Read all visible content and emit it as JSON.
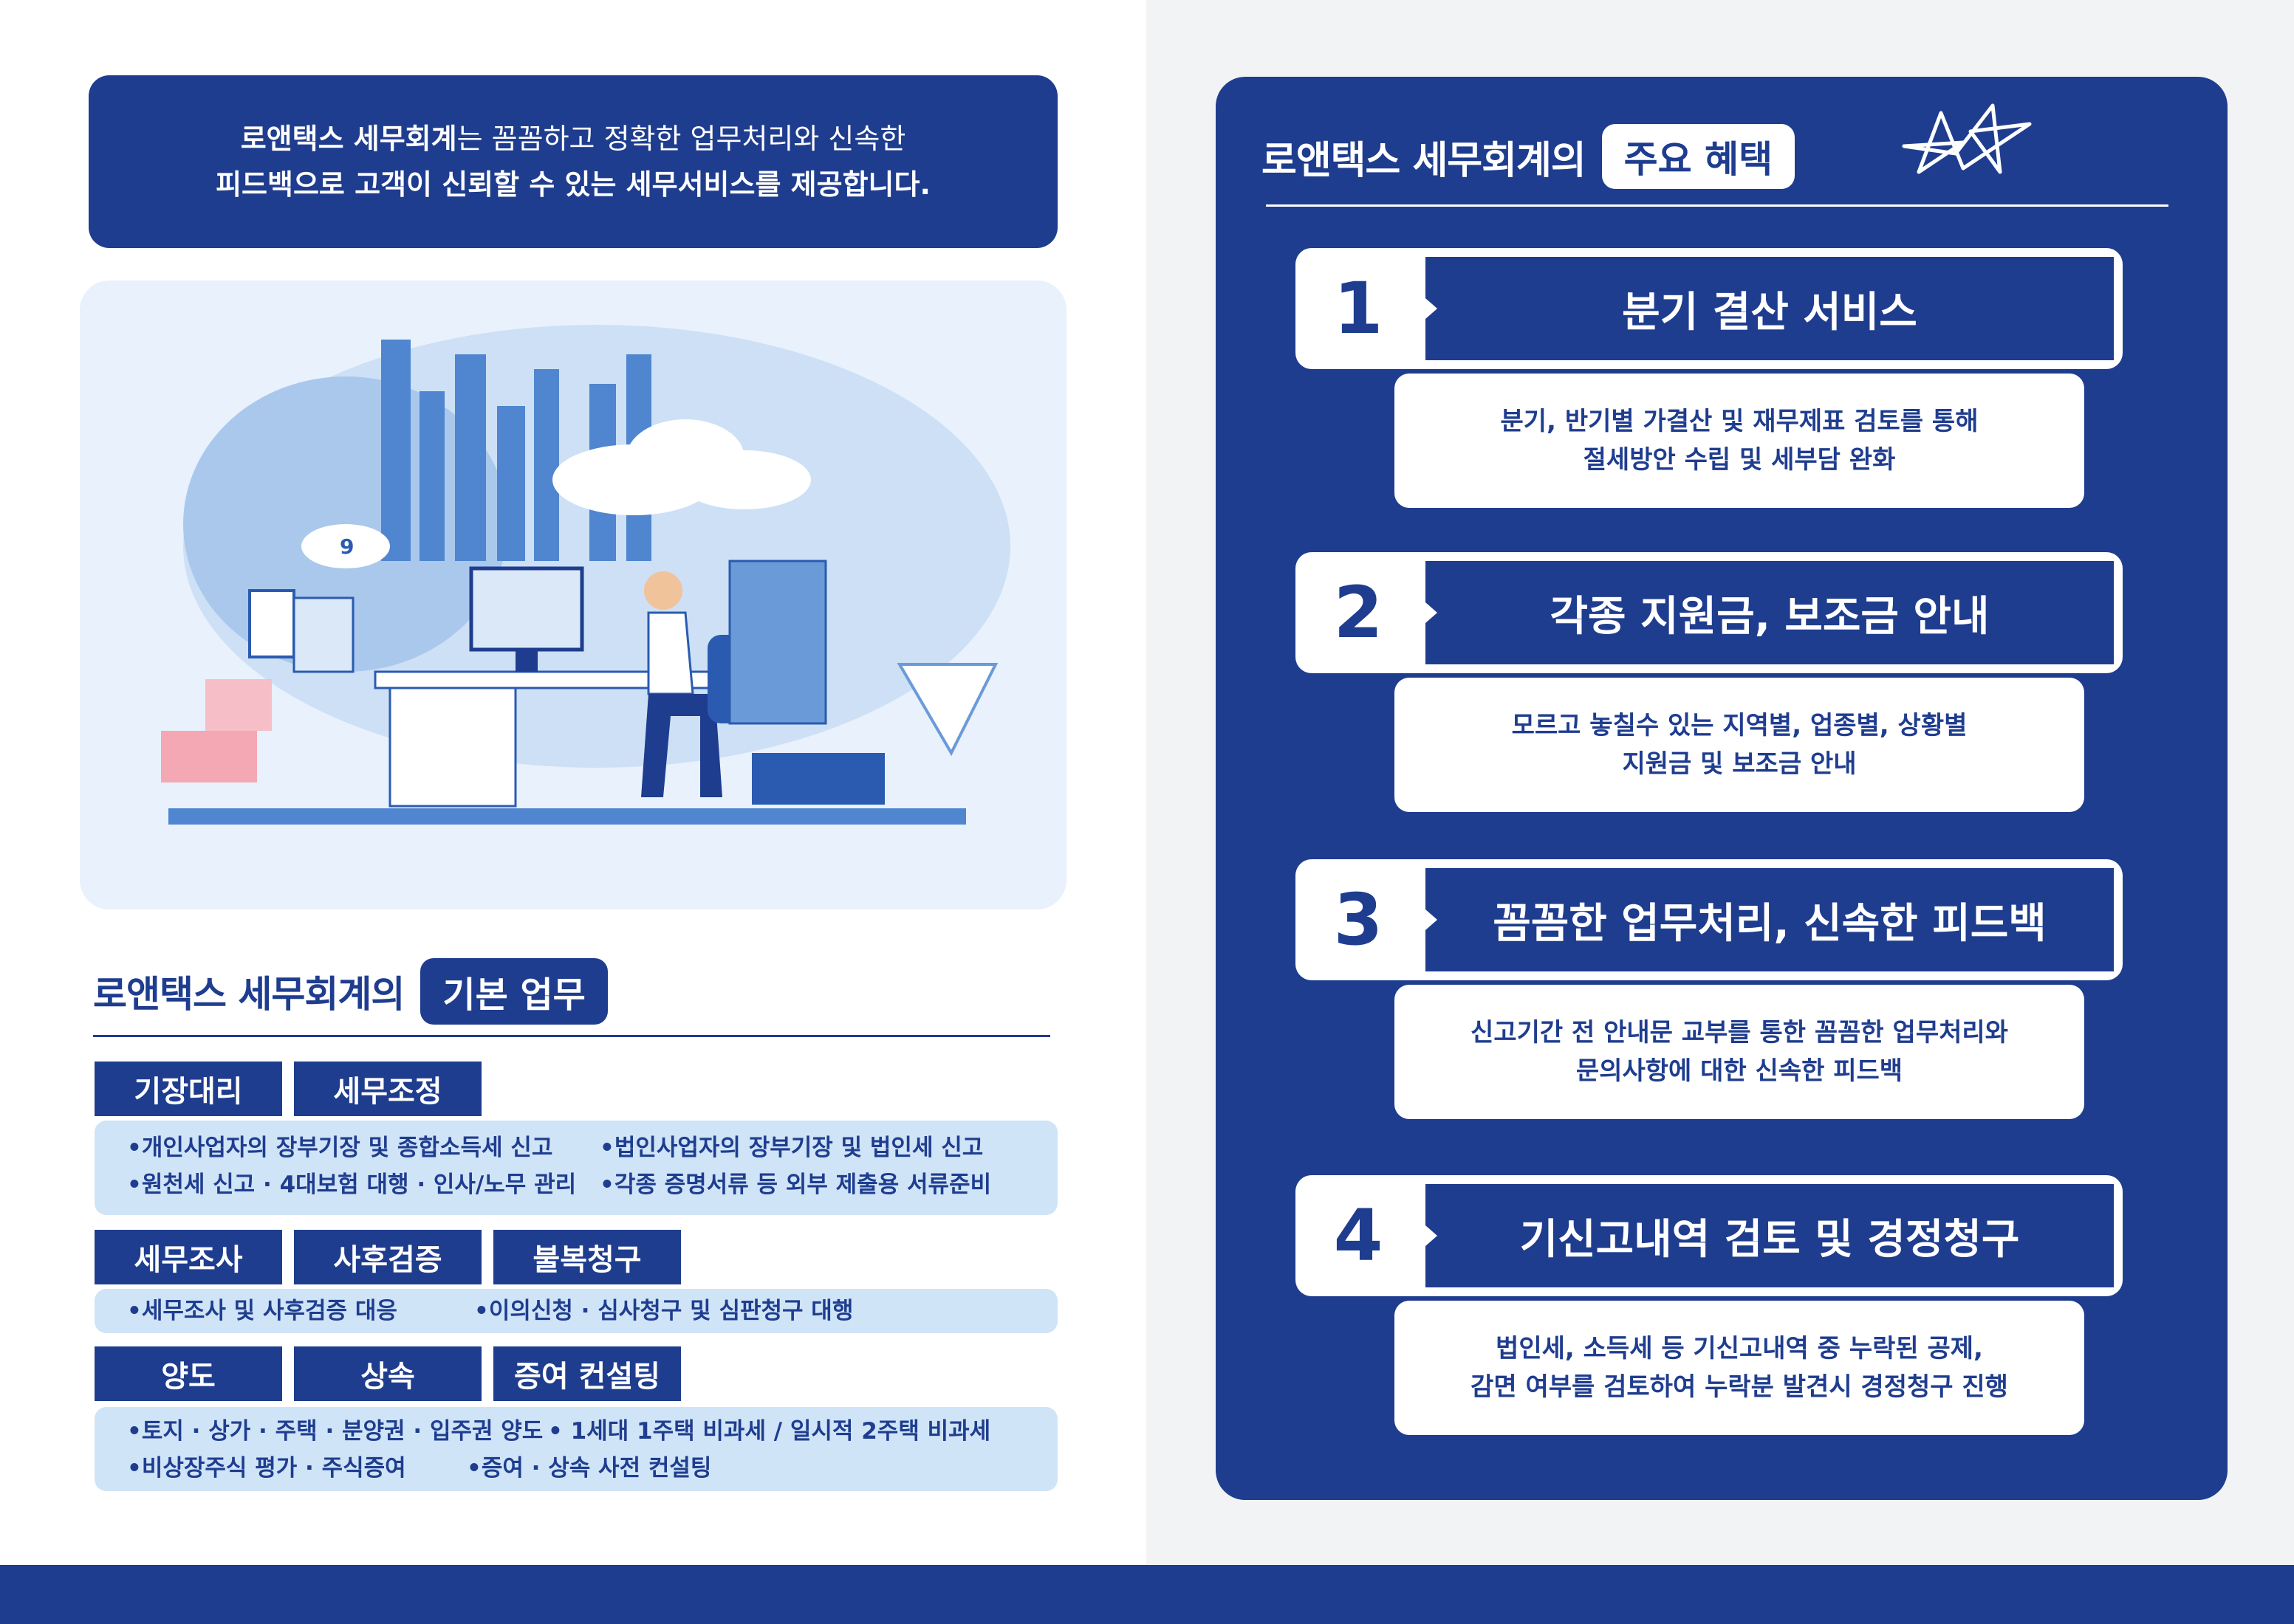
{
  "intro": {
    "line1_strong": "로앤택스 세무회계",
    "line1_rest": "는 꼼꼼하고 정확한 업무처리와 신속한",
    "line2": "피드백으로 고객이 신뢰할 수 있는 세무서비스를 제공합니다."
  },
  "illustration": {
    "cloud_badge": "9",
    "icons": [
      "skyline",
      "cloud",
      "desk-worker",
      "computer-monitor",
      "server-rack",
      "drawer-cabinet",
      "easel-board"
    ]
  },
  "basic": {
    "heading": "로앤택스 세무회계의",
    "pill": "기본 업무",
    "groups": [
      {
        "tags": [
          "기장대리",
          "세무조정"
        ],
        "lines": [
          [
            "•개인사업자의 장부기장 및 종합소득세 신고",
            "•법인사업자의 장부기장 및 법인세 신고"
          ],
          [
            "•원천세 신고 · 4대보험 대행 · 인사/노무 관리",
            "•각종 증명서류 등 외부 제출용 서류준비"
          ]
        ]
      },
      {
        "tags": [
          "세무조사",
          "사후검증",
          "불복청구"
        ],
        "lines": [
          [
            "•세무조사 및 사후검증 대응",
            "•이의신청 · 심사청구 및 심판청구 대행"
          ]
        ]
      },
      {
        "tags": [
          "양도",
          "상속",
          "증여 컨설팅"
        ],
        "lines": [
          [
            "•토지 · 상가 · 주택 · 분양권 · 입주권 양도",
            "•  1세대 1주택 비과세 / 일시적 2주택 비과세"
          ],
          [
            "•비상장주식 평가 · 주식증여",
            "•증여 · 상속 사전 컨설팅"
          ]
        ]
      }
    ]
  },
  "benefits": {
    "heading": "로앤택스 세무회계의",
    "pill": "주요 혜택",
    "items": [
      {
        "num": "1",
        "title": "분기 결산 서비스",
        "desc1": "분기, 반기별 가결산 및 재무제표 검토를 통해",
        "desc2": "절세방안 수립 및 세부담 완화"
      },
      {
        "num": "2",
        "title": "각종 지원금, 보조금 안내",
        "desc1": "모르고 놓칠수 있는 지역별, 업종별, 상황별",
        "desc2": "지원금 및 보조금 안내"
      },
      {
        "num": "3",
        "title": "꼼꼼한 업무처리, 신속한 피드백",
        "desc1": "신고기간 전 안내문 교부를 통한 꼼꼼한 업무처리와",
        "desc2": "문의사항에 대한 신속한 피드백"
      },
      {
        "num": "4",
        "title": "기신고내역 검토 및 경정청구",
        "desc1": "법인세, 소득세 등 기신고내역 중 누락된 공제,",
        "desc2": "감면 여부를 검토하여 누락분 발견시 경정청구 진행"
      }
    ]
  },
  "colors": {
    "navy": "#1f3d8f",
    "light_blue": "#cfe4f7",
    "panel_gray": "#f2f3f5"
  }
}
